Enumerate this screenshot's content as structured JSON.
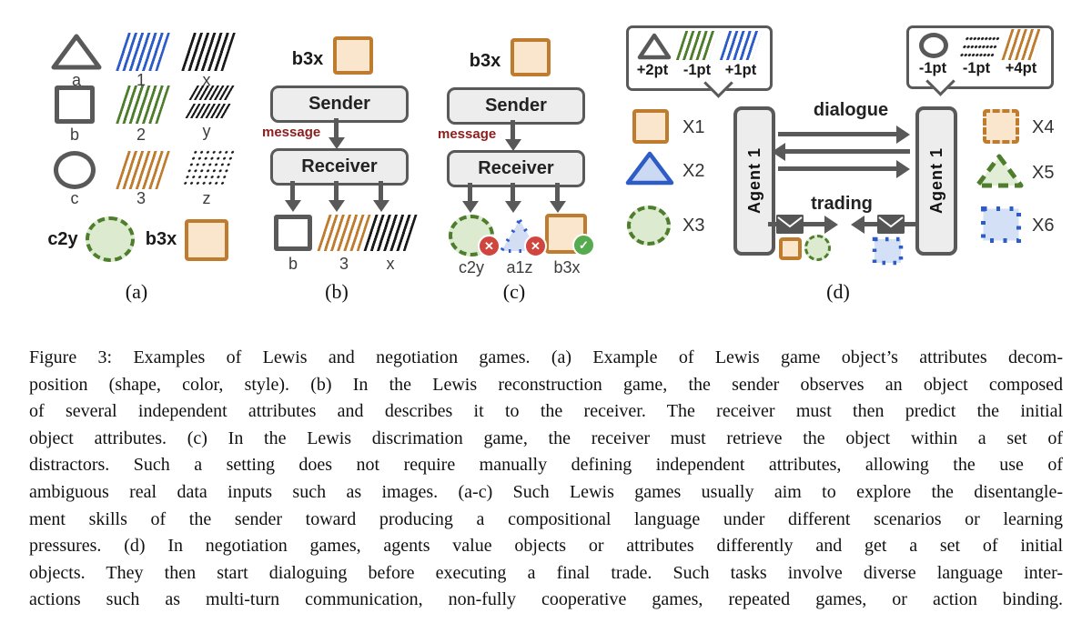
{
  "colors": {
    "gray": "#595959",
    "orange": "#bf7b2e",
    "peach": "#f9e6cd",
    "blue": "#2d5cc8",
    "lightblue": "#ccd9f2",
    "green": "#4e7e2c",
    "lightgreen": "#dcead0",
    "msgred": "#8b2020",
    "badgered": "#d0453e",
    "badgegreen": "#56ab4f"
  },
  "icons": {
    "cross": "✕",
    "check": "✓"
  },
  "panels": {
    "a": {
      "caption_label": "(a)",
      "attributes": {
        "shape": [
          {
            "glyph": "triangle-outline",
            "label": "a"
          },
          {
            "glyph": "square-outline",
            "label": "b"
          },
          {
            "glyph": "circle-outline",
            "label": "c"
          }
        ],
        "color": [
          {
            "glyph": "blue-hatch",
            "label": "1"
          },
          {
            "glyph": "green-hatch",
            "label": "2"
          },
          {
            "glyph": "orange-hatch",
            "label": "3"
          }
        ],
        "style": [
          {
            "glyph": "black-hatch",
            "label": "x"
          },
          {
            "glyph": "double-hatch",
            "label": "y"
          },
          {
            "glyph": "dot-grid",
            "label": "z"
          }
        ]
      },
      "examples": [
        {
          "label": "c2y",
          "object": "green-dashed-circle"
        },
        {
          "label": "b3x",
          "object": "orange-square"
        }
      ]
    },
    "b": {
      "caption_label": "(b)",
      "input": {
        "label": "b3x",
        "object": "orange-square"
      },
      "sender_label": "Sender",
      "message_label": "message",
      "receiver_label": "Receiver",
      "outputs": [
        {
          "label": "b",
          "object": "white-square"
        },
        {
          "label": "3",
          "object": "orange-hatch"
        },
        {
          "label": "x",
          "object": "black-hatch"
        }
      ]
    },
    "c": {
      "caption_label": "(c)",
      "input": {
        "label": "b3x",
        "object": "orange-square"
      },
      "sender_label": "Sender",
      "message_label": "message",
      "receiver_label": "Receiver",
      "candidates": [
        {
          "label": "c2y",
          "object": "green-dashed-circle",
          "result": "incorrect"
        },
        {
          "label": "a1z",
          "object": "blue-dotted-triangle",
          "result": "incorrect"
        },
        {
          "label": "b3x",
          "object": "orange-square",
          "result": "correct"
        }
      ]
    },
    "d": {
      "caption_label": "(d)",
      "dialogue_label": "dialogue",
      "trading_label": "trading",
      "left_agent": {
        "name": "Agent 1",
        "values": [
          {
            "glyph": "triangle-outline",
            "points": "+2pt"
          },
          {
            "glyph": "green-hatch",
            "points": "-1pt"
          },
          {
            "glyph": "blue-hatch",
            "points": "+1pt"
          }
        ],
        "objects": [
          {
            "label": "X1",
            "object": "orange-square"
          },
          {
            "label": "X2",
            "object": "blue-triangle"
          },
          {
            "label": "X3",
            "object": "green-dashed-circle"
          }
        ],
        "traded": [
          "orange-square",
          "green-dashed-circle"
        ]
      },
      "right_agent": {
        "name": "Agent 1",
        "values": [
          {
            "glyph": "circle-outline",
            "points": "-1pt"
          },
          {
            "glyph": "dot-grid",
            "points": "-1pt"
          },
          {
            "glyph": "orange-hatch",
            "points": "+4pt"
          }
        ],
        "objects": [
          {
            "label": "X4",
            "object": "orange-dashed-square"
          },
          {
            "label": "X5",
            "object": "green-dashed-triangle"
          },
          {
            "label": "X6",
            "object": "blue-dotted-square"
          }
        ],
        "traded": [
          "blue-dotted-square"
        ]
      }
    }
  },
  "caption": {
    "lines": [
      "Figure 3: Examples of Lewis and negotiation games. (a) Example of Lewis game object’s attributes decom-",
      "position (shape, color, style). (b) In the Lewis reconstruction game, the sender observes an object composed",
      "of several independent attributes and describes it to the receiver. The receiver must then predict the initial",
      "object attributes. (c) In the Lewis discrimation game, the receiver must retrieve the object within a set of",
      "distractors. Such a setting does not require manually defining independent attributes, allowing the use of",
      "ambiguous real data inputs such as images. (a-c) Such Lewis games usually aim to explore the disentangle-",
      "ment skills of the sender toward producing a compositional language under different scenarios or learning",
      "pressures. (d) In negotiation games, agents value objects or attributes differently and get a set of initial",
      "objects. They then start dialoguing before executing a final trade. Such tasks involve diverse language inter-",
      "actions such as multi-turn communication, non-fully cooperative games, repeated games, or action binding."
    ]
  }
}
